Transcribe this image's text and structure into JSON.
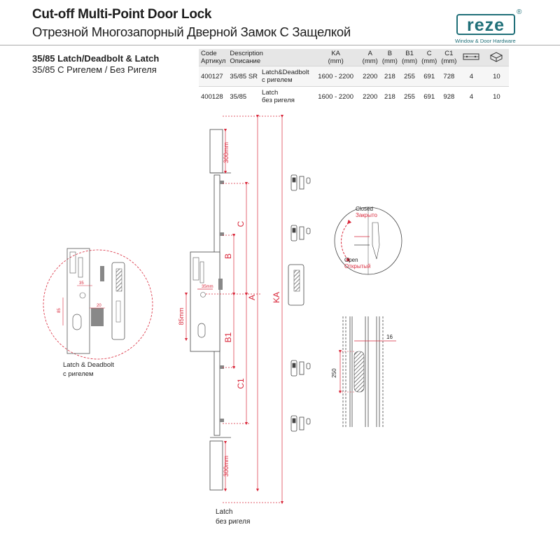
{
  "title": {
    "en": "Cut-off Multi-Point Door Lock",
    "ru": "Отрезной Многозапорный Дверной Замок С Защелкой"
  },
  "subtitle": {
    "en": "35/85 Latch/Deadbolt & Latch",
    "ru": "35/85 С Ригелем / Без Ригеля"
  },
  "logo": {
    "text": "reze",
    "mark": "®",
    "tagline": "Window & Door Hardware",
    "color": "#1f6f78"
  },
  "table": {
    "headers": {
      "code": [
        "Code",
        "Артикул"
      ],
      "description": [
        "Description",
        "Описание"
      ],
      "ka": [
        "KA",
        "(mm)"
      ],
      "a": [
        "A",
        "(mm)"
      ],
      "b": [
        "B",
        "(mm)"
      ],
      "b1": [
        "B1",
        "(mm)"
      ],
      "c": [
        "C",
        "(mm)"
      ],
      "c1": [
        "C1",
        "(mm)"
      ],
      "icon1": "pack-icon",
      "icon2": "box-icon"
    },
    "rows": [
      {
        "code": "400127",
        "model": "35/85 SR",
        "desc_en": "Latch&Deadbolt",
        "desc_ru": "с ригелем",
        "ka": "1600 - 2200",
        "a": "2200",
        "b": "218",
        "b1": "255",
        "c": "691",
        "c1": "728",
        "q1": "4",
        "q2": "10"
      },
      {
        "code": "400128",
        "model": "35/85",
        "desc_en": "Latch",
        "desc_ru": "без ригеля",
        "ka": "1600 - 2200",
        "a": "2200",
        "b": "218",
        "b1": "255",
        "c": "691",
        "c1": "928",
        "q1": "4",
        "q2": "10"
      }
    ]
  },
  "diagram": {
    "dims": {
      "top300": "300mm",
      "bottom300": "300mm",
      "c": "C",
      "b": "B",
      "a": "A",
      "ka": "KA",
      "b1": "B1",
      "c1": "C1",
      "mm85": "85mm",
      "mm35": "35mm",
      "d16": "16",
      "d250": "250",
      "zoom35": "35",
      "zoom85": "85",
      "zoom20": "20"
    },
    "detail_caption": {
      "en": "Latch & Deadbolt",
      "ru": "с ригелем"
    },
    "bottom_caption": {
      "en": "Latch",
      "ru": "без ригеля"
    },
    "rotation": {
      "closed_en": "Closed",
      "closed_ru": "Закрыто",
      "open_en": "Open",
      "open_ru": "Открытый"
    },
    "accent": "#d9283b"
  }
}
